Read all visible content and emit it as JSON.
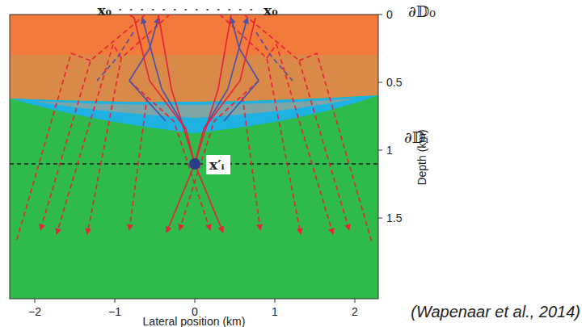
{
  "diagram": {
    "labels": [
      "x₀",
      "x₀",
      "∂𝔻₀",
      "0",
      "0.5",
      "1",
      "1.5",
      "Depth (km)",
      "∂𝔻ᵢ",
      "x′ᵢ",
      "−2",
      "−1",
      "0",
      "1",
      "2",
      "Lateral position (km)",
      "(Wapenaar et al., 2014)"
    ]
  }
}
